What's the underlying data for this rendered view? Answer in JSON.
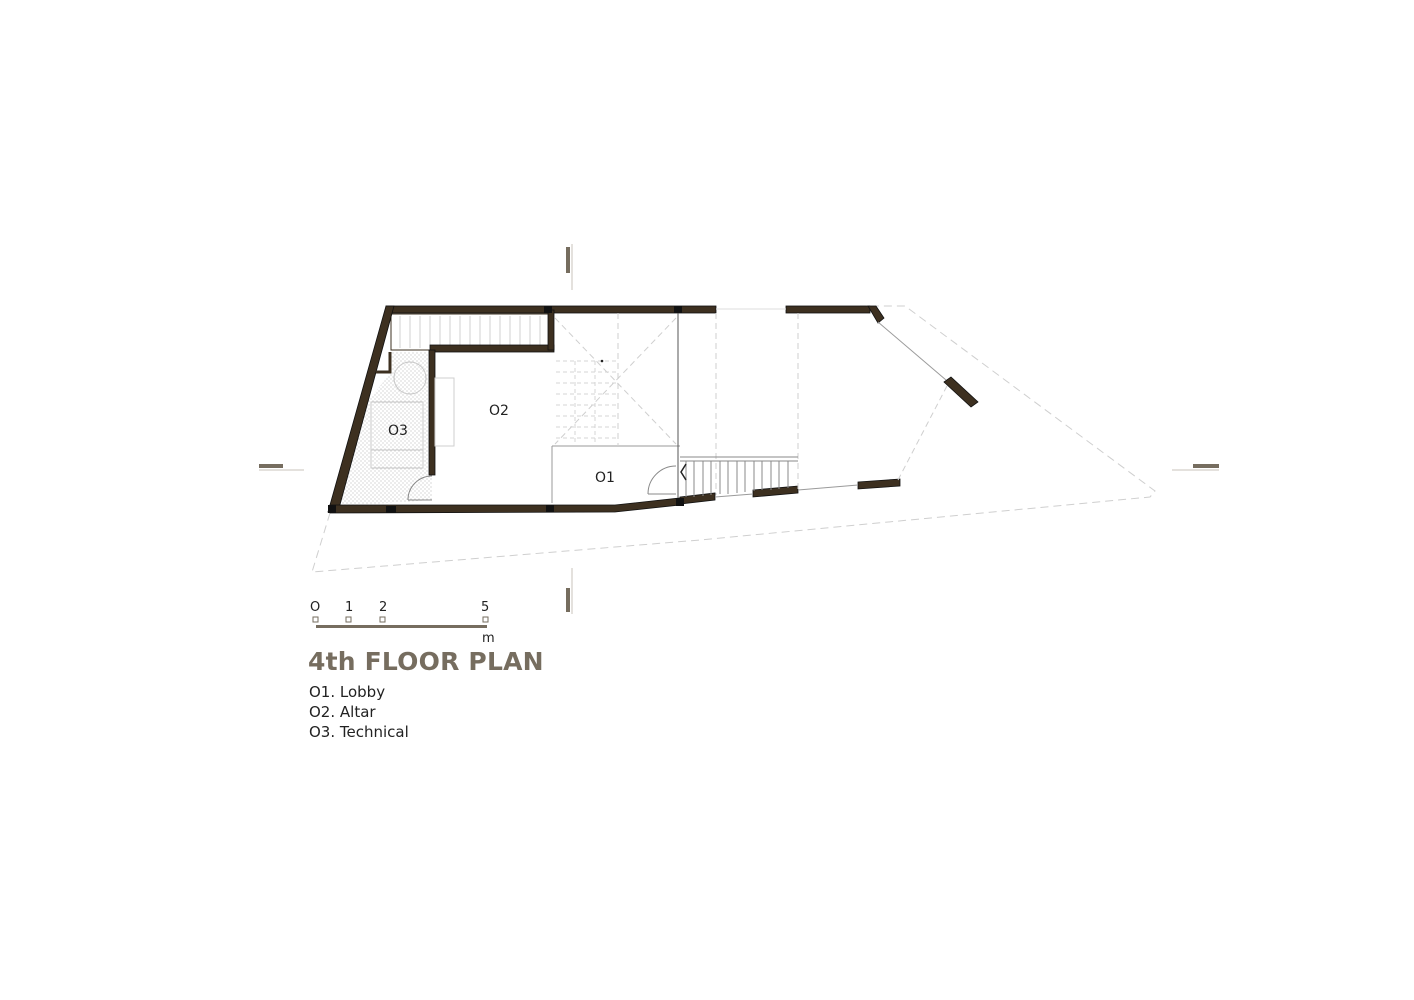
{
  "title": "4th FLOOR PLAN",
  "scale_bar": {
    "ticks": [
      "O",
      "1",
      "2",
      "5"
    ],
    "unit": "m"
  },
  "legend": [
    {
      "code": "O1",
      "label": "O1. Lobby"
    },
    {
      "code": "O2",
      "label": "O2. Altar"
    },
    {
      "code": "O3",
      "label": "O3. Technical"
    }
  ],
  "rooms": [
    {
      "id": "O1",
      "label": "O1"
    },
    {
      "id": "O2",
      "label": "O2"
    },
    {
      "id": "O3",
      "label": "O3"
    }
  ],
  "colors": {
    "wall": "#3d3020",
    "title": "#766d5f",
    "section_marker": "#766d5f",
    "dashed": "#c8c8c8",
    "thin_line": "#9a9a9a"
  }
}
